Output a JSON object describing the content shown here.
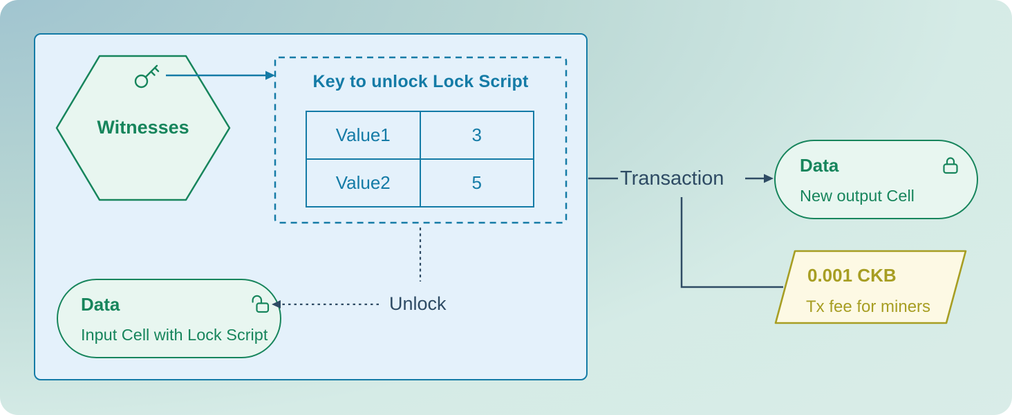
{
  "colors": {
    "background_from": "#9fc3cf",
    "background_to": "#daede8",
    "container_fill": "#e4f1fb",
    "blue": "#147ba6",
    "green": "#17855c",
    "green_fill": "#e8f6f0",
    "navy": "#2e4b64",
    "olive": "#a79e23",
    "olive_fill": "#fdf9e4"
  },
  "diagram": {
    "transaction_group": {
      "witnesses": {
        "label": "Witnesses",
        "icon": "key-icon"
      },
      "key_box": {
        "title": "Key to unlock Lock Script",
        "table": {
          "rows": [
            {
              "name": "Value1",
              "value": "3"
            },
            {
              "name": "Value2",
              "value": "5"
            }
          ]
        }
      },
      "unlock": {
        "label": "Unlock"
      },
      "input_cell": {
        "title": "Data",
        "subtitle": "Input Cell with Lock Script",
        "icon": "unlocked-lock-icon"
      }
    },
    "transaction": {
      "label": "Transaction"
    },
    "output_cell": {
      "title": "Data",
      "subtitle": "New output Cell",
      "icon": "locked-lock-icon"
    },
    "miner_fee": {
      "amount": "0.001 CKB",
      "note": "Tx fee for miners"
    }
  }
}
